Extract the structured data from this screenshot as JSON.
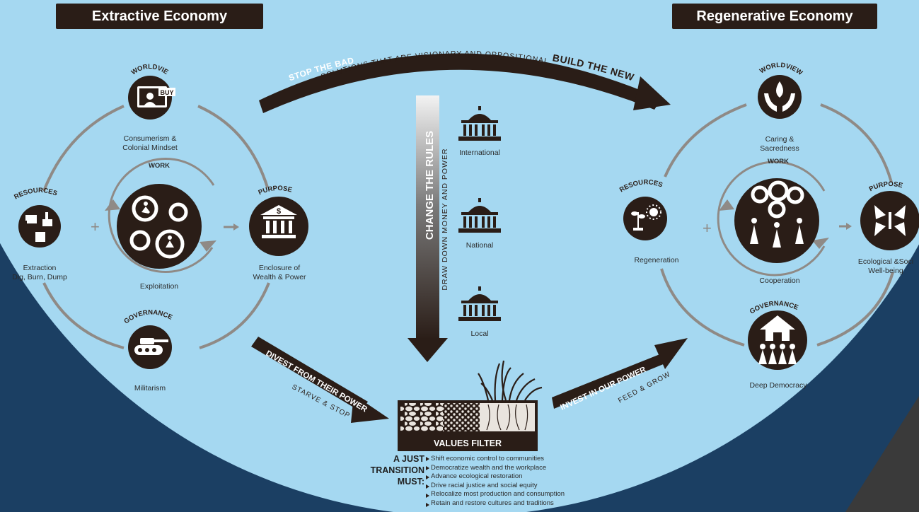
{
  "colors": {
    "background": "#1b3f63",
    "circle": "#a5d8f1",
    "dark": "#2a1d17",
    "ring": "#8f8a86",
    "panel": "#3a3a3a"
  },
  "headers": {
    "left": "Extractive Economy",
    "right": "Regenerative Economy"
  },
  "top_arrow": {
    "stop": "STOP THE BAD",
    "build": "BUILD THE NEW",
    "sub": "SOLUTIONS THAT ARE VISIONARY AND OPPOSITIONAL"
  },
  "rules": {
    "title": "CHANGE THE RULES",
    "sub": "DRAW DOWN MONEY AND POWER",
    "levels": [
      "International",
      "National",
      "Local"
    ]
  },
  "divest": {
    "main": "DIVEST FROM THEIR POWER",
    "sub": "STARVE & STOP"
  },
  "invest": {
    "main": "INVEST IN OUR POWER",
    "sub": "FEED & GROW"
  },
  "filter": {
    "label": "VALUES FILTER"
  },
  "transition": {
    "heading": [
      "A JUST",
      "TRANSITION",
      "MUST:"
    ],
    "items": [
      "Shift economic control to communities",
      "Democratize wealth and the workplace",
      "Advance ecological restoration",
      "Drive racial justice and social equity",
      "Relocalize most production and consumption",
      "Retain and restore cultures and traditions"
    ]
  },
  "extractive": {
    "worldview": {
      "title": "WORLDVIEW",
      "label": [
        "Consumerism &",
        "Colonial Mindset"
      ],
      "icon": "screen-buy-icon",
      "badge": "BUY"
    },
    "work": {
      "title": "WORK",
      "label": "Exploitation",
      "icon": "gears-workers-icon"
    },
    "resources": {
      "title": "RESOURCES",
      "label": [
        "Extraction",
        "Dig, Burn, Dump"
      ],
      "icon": "excavator-factory-icon"
    },
    "purpose": {
      "title": "PURPOSE",
      "label": [
        "Enclosure of",
        "Wealth & Power"
      ],
      "icon": "bank-dollar-icon",
      "symbol": "$"
    },
    "governance": {
      "title": "GOVERNANCE",
      "label": "Militarism",
      "icon": "tank-icon"
    }
  },
  "regenerative": {
    "worldview": {
      "title": "WORLDVIEW",
      "label": [
        "Caring &",
        "Sacredness"
      ],
      "icon": "hands-drop-icon"
    },
    "work": {
      "title": "WORK",
      "label": "Cooperation",
      "icon": "gears-people-icon"
    },
    "resources": {
      "title": "RESOURCES",
      "label": "Regeneration",
      "icon": "sprout-sun-icon"
    },
    "purpose": {
      "title": "PURPOSE",
      "label": [
        "Ecological &Soci",
        "Well-being"
      ],
      "icon": "butterflies-icon"
    },
    "governance": {
      "title": "GOVERNANCE",
      "label": "Deep Democracy",
      "icon": "house-people-icon"
    }
  },
  "symbols": {
    "plus": "+"
  }
}
